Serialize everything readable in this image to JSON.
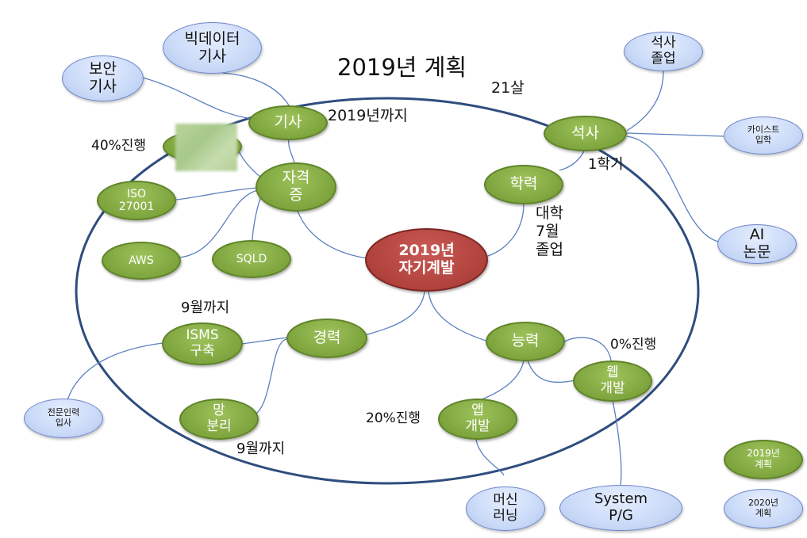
{
  "title": "2019년 계획",
  "center": "2019년\n자기계발",
  "nodes": {
    "certificate": "자격\n증",
    "gisa": "기사",
    "iso": "ISO\n27001",
    "aws": "AWS",
    "sqld": "SQLD",
    "education": "학력",
    "masters": "석사",
    "career": "경력",
    "isms": "ISMS\n구축",
    "network": "망\n분리",
    "ability": "능력",
    "app": "앱\n개발",
    "web": "웹\n개발"
  },
  "future_nodes": {
    "bigdata": "빅데이터\n기사",
    "security": "보안\n기사",
    "master_grad": "석사\n졸업",
    "kaist": "카이스트\n입학",
    "ai_paper": "AI\n논문",
    "expert": "전문인력\n입사",
    "ml": "머신\n러닝",
    "syspg": "System\nP/G"
  },
  "labels": {
    "by2019": "2019년까지",
    "progress40": "40%진행",
    "age21": "21살",
    "semester": "1학기",
    "univ": "대학\n7월\n졸업",
    "sep1": "9월까지",
    "sep2": "9월까지",
    "progress0": "0%진행",
    "progress20": "20%진행"
  },
  "legend": {
    "plan2019": "2019년\n계획",
    "plan2020": "2020년\n계획"
  },
  "colors": {
    "green_node": "#7ea43e",
    "blue_node": "#c7d8f7",
    "center_node": "#b0413c",
    "ring": "#2f4d7e",
    "connector": "#5b7fc0"
  }
}
